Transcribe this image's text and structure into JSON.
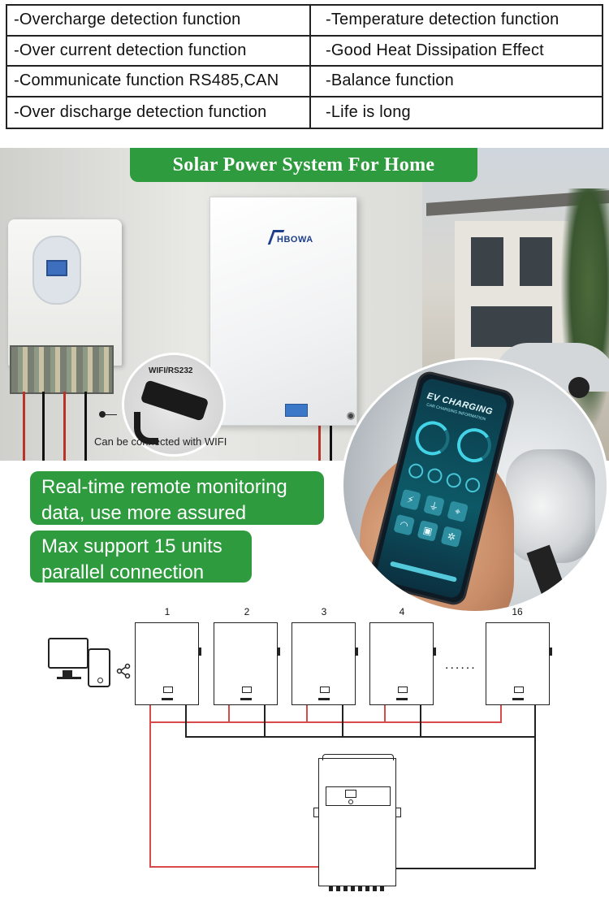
{
  "features": [
    {
      "left": "-Overcharge detection function",
      "right": "-Temperature detection function"
    },
    {
      "left": "-Over current detection function",
      "right": "-Good Heat Dissipation Effect"
    },
    {
      "left": "-Communicate function RS485,CAN",
      "right": "-Balance function"
    },
    {
      "left": "-Over discharge detection function",
      "right": "-Life is long"
    }
  ],
  "scene": {
    "banner": "Solar Power System For Home",
    "brand": "HBOWA",
    "wifi_port_label": "WIFI/RS232",
    "wifi_caption": "Can be connected with WIFI"
  },
  "phone": {
    "title": "EV CHARGING",
    "subtitle": "CAR CHARGING INFORMATION"
  },
  "callouts": {
    "monitoring": [
      "Real-time remote monitoring",
      "data, use more assured"
    ],
    "parallel": [
      "Max support 15 units",
      "parallel connection"
    ]
  },
  "diagram": {
    "units": [
      "1",
      "2",
      "3",
      "4",
      "16"
    ],
    "ellipsis": "......"
  },
  "colors": {
    "accent_green": "#2e9b3e",
    "wire_red": "#d84a4a",
    "wire_black": "#222222",
    "brand_blue": "#1d3f8a"
  }
}
